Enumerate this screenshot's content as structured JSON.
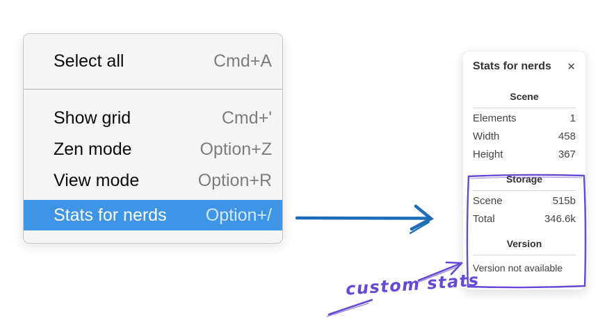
{
  "context_menu": {
    "items": [
      {
        "label": "Select all",
        "shortcut": "Cmd+A",
        "selected": false
      },
      {
        "label": "Show grid",
        "shortcut": "Cmd+'",
        "selected": false
      },
      {
        "label": "Zen mode",
        "shortcut": "Option+Z",
        "selected": false
      },
      {
        "label": "View mode",
        "shortcut": "Option+R",
        "selected": false
      },
      {
        "label": "Stats for nerds",
        "shortcut": "Option+/",
        "selected": true
      }
    ]
  },
  "stats_panel": {
    "title": "Stats for nerds",
    "close_icon": "✕",
    "sections": [
      {
        "heading": "Scene",
        "rows": [
          {
            "label": "Elements",
            "value": "1"
          },
          {
            "label": "Width",
            "value": "458"
          },
          {
            "label": "Height",
            "value": "367"
          }
        ]
      },
      {
        "heading": "Storage",
        "rows": [
          {
            "label": "Scene",
            "value": "515b"
          },
          {
            "label": "Total",
            "value": "346.6k"
          }
        ]
      },
      {
        "heading": "Version",
        "note": "Version not available"
      }
    ]
  },
  "annotation": {
    "label": "custom stats"
  },
  "colors": {
    "selection_blue": "#3e95e6",
    "arrow_blue": "#1d6cb8",
    "annotation_purple": "#6647d6",
    "menu_background": "#f5f5f6"
  }
}
